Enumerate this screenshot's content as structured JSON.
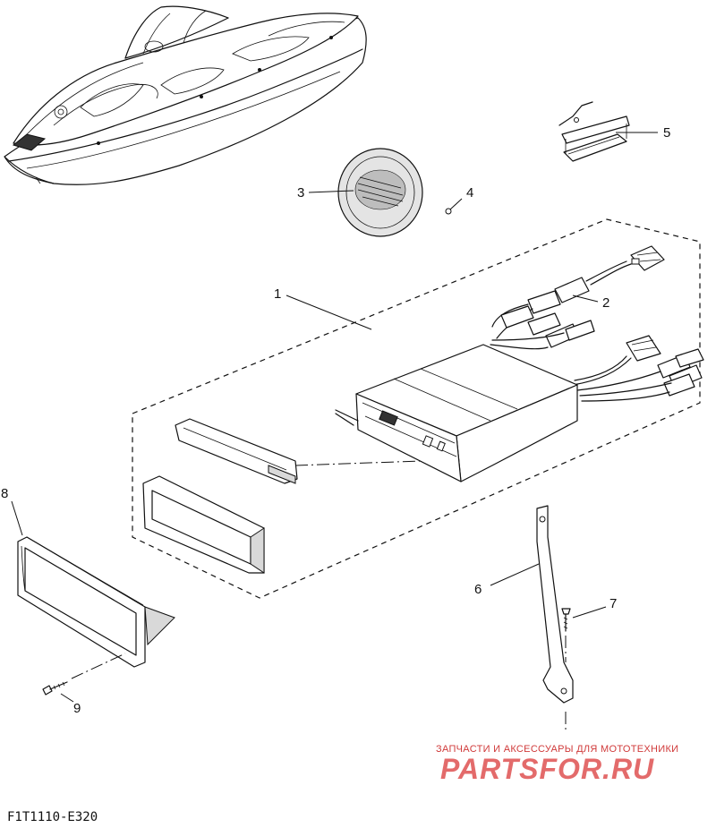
{
  "diagram": {
    "code": "F1T1110-E320",
    "callouts": [
      "1",
      "2",
      "3",
      "4",
      "5",
      "6",
      "7",
      "8",
      "9"
    ]
  },
  "watermark": {
    "tagline": "ЗАПЧАСТИ И АКСЕССУАРЫ ДЛЯ МОТОТЕХНИКИ",
    "logo": "PARTSFOR.RU",
    "color": "#e36b6b"
  }
}
